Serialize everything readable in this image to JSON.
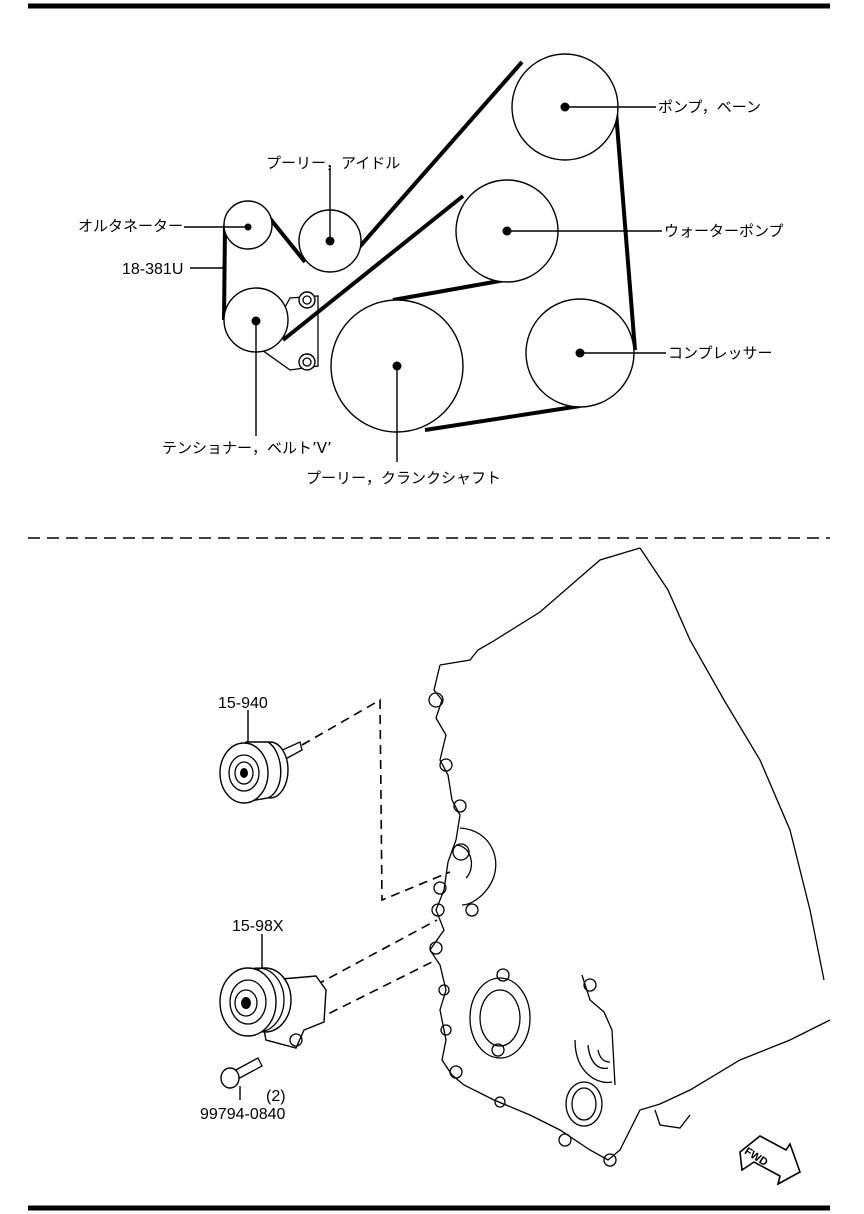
{
  "belt_diagram": {
    "labels": {
      "pump_vane": "ポンプ，ベーン",
      "idler_pulley": "プーリー，アイドル",
      "alternator": "オルタネーター",
      "water_pump": "ウォーターポンプ",
      "belt_part_no": "18-381U",
      "compressor": "コンプレッサー",
      "tensioner": "テンショナー，ベルト’V’",
      "crank_pulley": "プーリー，クランクシャフト"
    }
  },
  "exploded_view": {
    "idler_part_no": "15-940",
    "tensioner_part_no": "15-98X",
    "bolt_qty": "(2)",
    "bolt_part_no": "99794-0840",
    "fwd_label": "FWD"
  }
}
